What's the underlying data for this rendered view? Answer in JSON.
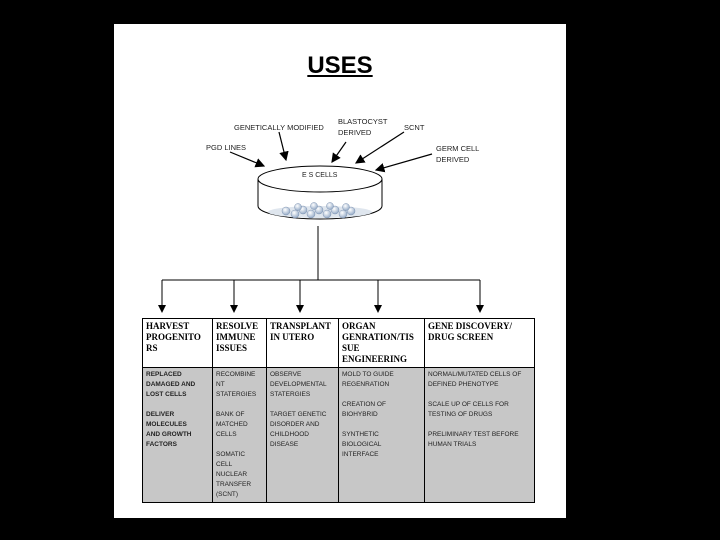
{
  "title": "USES",
  "sources": {
    "pgd": "PGD LINES",
    "gm": "GENETICALLY MODIFIED",
    "blast1": "BLASTOCYST",
    "blast2": "DERIVED",
    "scnt": "SCNT",
    "germ1": "GERM CELL",
    "germ2": "DERIVED"
  },
  "dish_label": "E S CELLS",
  "columns": [
    {
      "heading": [
        "HARVEST",
        "PROGENITO",
        "RS"
      ],
      "body": [
        [
          "REPLACED",
          "DAMAGED AND",
          "LOST CELLS"
        ],
        [
          "DELIVER",
          "MOLECULES",
          "AND GROWTH",
          "FACTORS"
        ]
      ]
    },
    {
      "heading": [
        "RESOLVE",
        "IMMUNE",
        "ISSUES"
      ],
      "body": [
        [
          "RECOMBINE",
          "NT",
          "STATERGIES"
        ],
        [
          "BANK OF",
          "MATCHED",
          "CELLS"
        ],
        [
          "SOMATIC",
          "CELL",
          "NUCLEAR",
          "TRANSFER",
          "(SCNT)"
        ]
      ]
    },
    {
      "heading": [
        "TRANSPLANT",
        "IN UTERO"
      ],
      "body": [
        [
          "OBSERVE",
          "DEVELOPMENTAL",
          "STATERGIES"
        ],
        [
          "TARGET GENETIC",
          "DISORDER AND",
          "CHILDHOOD",
          "DISEASE"
        ]
      ]
    },
    {
      "heading": [
        "ORGAN",
        "GENRATION/TIS",
        "SUE",
        "ENGINEERING"
      ],
      "body": [
        [
          "MOLD TO GUIDE",
          "REGENRATION"
        ],
        [
          "CREATION OF",
          "BIOHYBRID"
        ],
        [
          "SYNTHETIC",
          "BIOLOGICAL",
          "INTERFACE"
        ]
      ]
    },
    {
      "heading": [
        "GENE DISCOVERY/",
        "DRUG SCREEN"
      ],
      "body": [
        [
          "NORMAL/MUTATED CELLS OF",
          "DEFINED PHENOTYPE"
        ],
        [
          "SCALE UP OF CELLS  FOR",
          "TESTING OF DRUGS"
        ],
        [
          "PRELIMINARY TEST BEFORE",
          "HUMAN TRIALS"
        ]
      ]
    }
  ]
}
